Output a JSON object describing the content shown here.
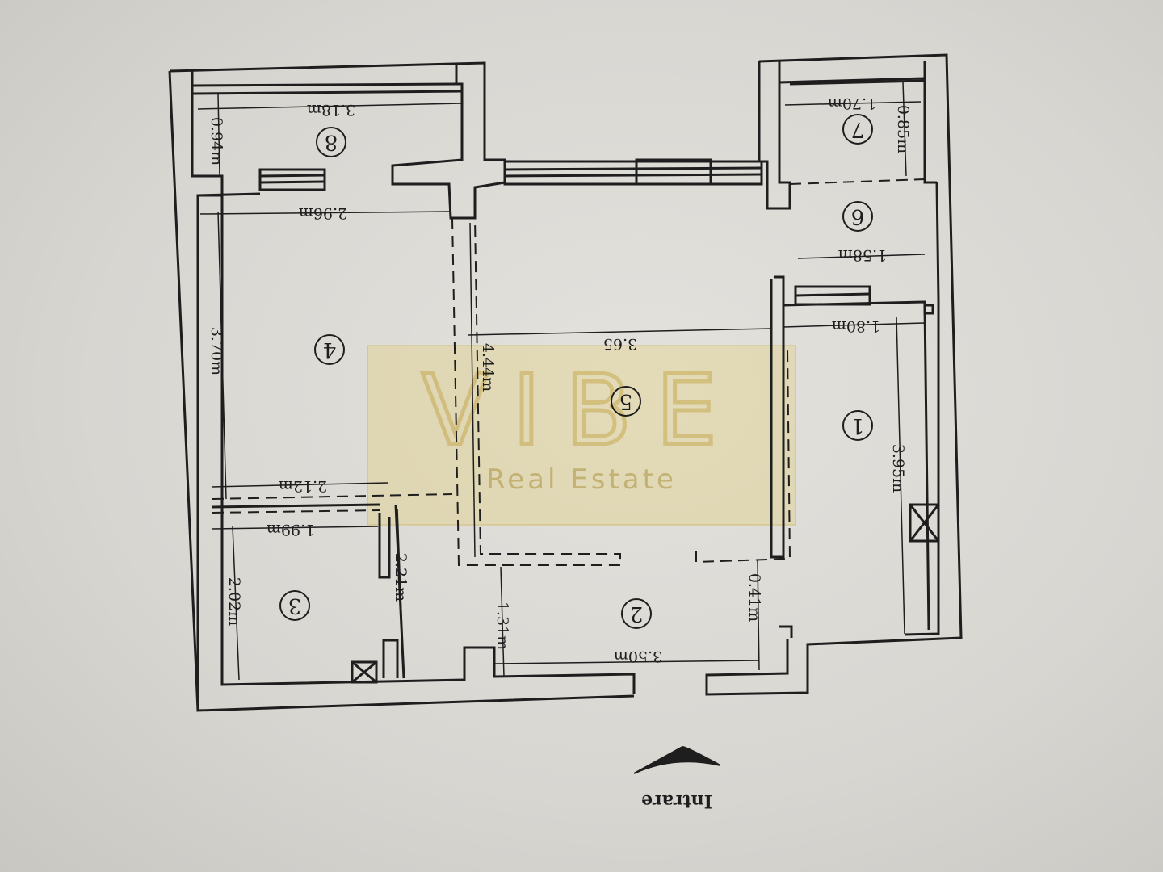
{
  "watermark": {
    "logo": "VIBE",
    "subtitle": "Real Estate",
    "color": "#e2c85a"
  },
  "entry": {
    "label": "Intrare"
  },
  "rooms": [
    {
      "number": "1"
    },
    {
      "number": "2"
    },
    {
      "number": "3"
    },
    {
      "number": "4"
    },
    {
      "number": "5"
    },
    {
      "number": "6"
    },
    {
      "number": "7"
    },
    {
      "number": "8"
    }
  ],
  "dimensions": {
    "d_318": "3.18m",
    "d_094": "0.94m",
    "d_296": "2.96m",
    "d_370": "3.70m",
    "d_212": "2.12m",
    "d_199": "1.99m",
    "d_202": "2.02m",
    "d_221": "2.21m",
    "d_444": "4.44m",
    "d_365": "3.65",
    "d_131": "1.31m",
    "d_350": "3.50m",
    "d_041": "0.41m",
    "d_180": "1.80m",
    "d_395": "3.95m",
    "d_158": "1.58m",
    "d_170": "1.70m",
    "d_085": "0.85m"
  }
}
